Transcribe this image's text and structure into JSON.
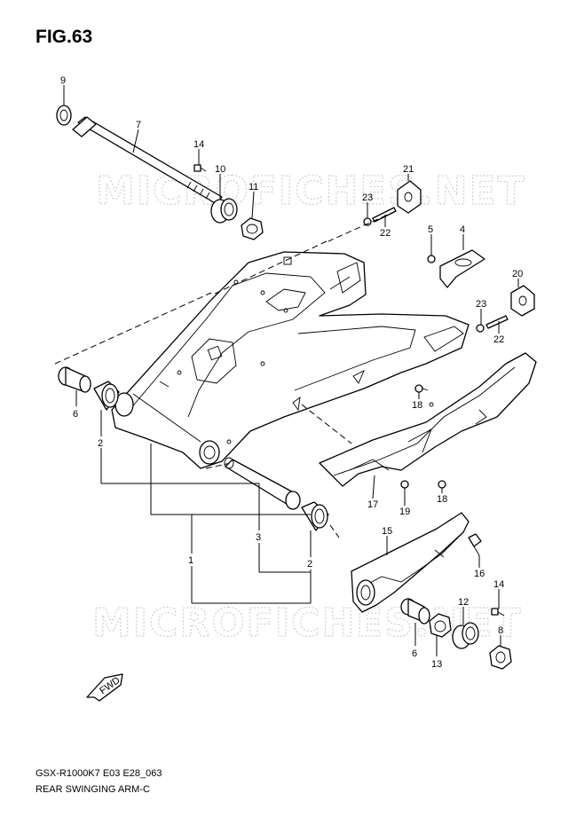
{
  "figure": {
    "title": "FIG.63"
  },
  "footer": {
    "model_code": "GSX-R1000K7 E03 E28_063",
    "caption": "REAR SWINGING ARM-C"
  },
  "watermark": "MICROFICHES.NET",
  "fwd_label": "FWD",
  "callouts": [
    "9",
    "7",
    "14",
    "10",
    "11",
    "21",
    "23",
    "22",
    "5",
    "4",
    "20",
    "23",
    "22",
    "6",
    "2",
    "18",
    "17",
    "19",
    "18",
    "15",
    "16",
    "3",
    "2",
    "1",
    "14",
    "12",
    "8",
    "6",
    "13"
  ]
}
